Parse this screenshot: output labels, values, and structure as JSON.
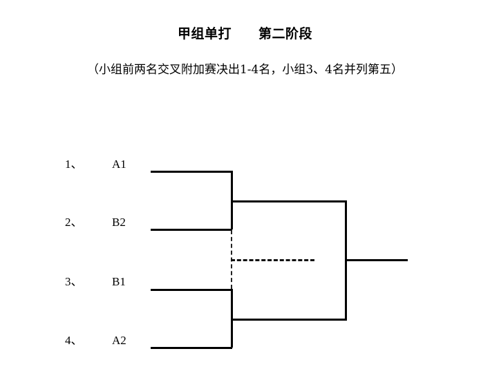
{
  "page": {
    "title": "甲组单打　　第二阶段",
    "subtitle": "（小组前两名交叉附加赛决出1-4名，小组3、4名并列第五）",
    "background_color": "#ffffff",
    "line_color": "#000000"
  },
  "bracket": {
    "type": "single-elimination-playoff",
    "rounds": 2,
    "seeds": [
      {
        "number": "1、",
        "name": "A1"
      },
      {
        "number": "2、",
        "name": "B2"
      },
      {
        "number": "3、",
        "name": "B1"
      },
      {
        "number": "4、",
        "name": "A2"
      }
    ],
    "matches": [
      {
        "id": "semi-1",
        "players": [
          "A1",
          "B2"
        ],
        "winner_label": ""
      },
      {
        "id": "semi-2",
        "players": [
          "B1",
          "A2"
        ],
        "winner_label": ""
      },
      {
        "id": "final",
        "players": [
          "",
          ""
        ],
        "winner_label": ""
      }
    ],
    "dotted_connector_label": ""
  }
}
